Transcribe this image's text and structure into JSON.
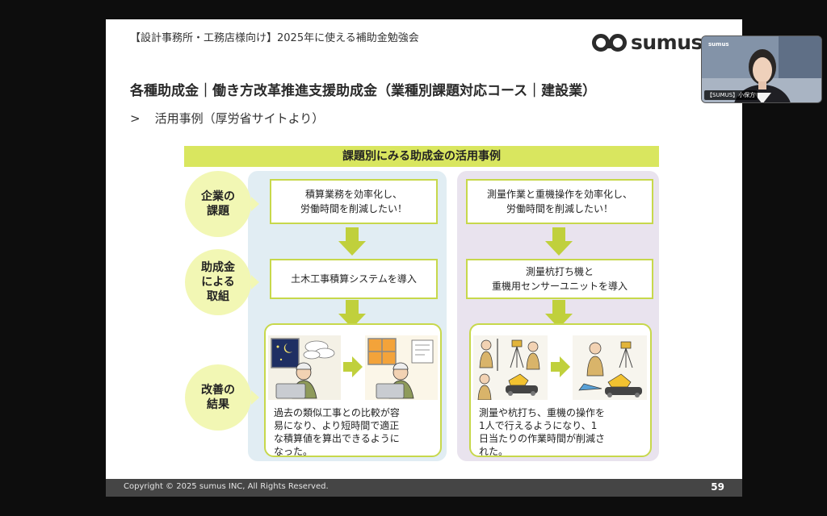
{
  "slide": {
    "event_title": "【設計事務所・工務店様向け】2025年に使える補助金勉強会",
    "brand_name": "sumus",
    "heading": "各種助成金｜働き方改革推進支援助成金（業種別課題対応コース｜建設業）",
    "subheading_arrow": ">",
    "subheading": "活用事例（厚労省サイトより）",
    "diagram_title": "課題別にみる助成金の活用事例",
    "row_labels": [
      "企業の\n課題",
      "助成金\nによる\n取組",
      "改善の\n結果"
    ],
    "left_case": {
      "issue": "積算業務を効率化し、\n労働時間を削減したい！",
      "initiative": "土木工事積算システムを導入",
      "result": "過去の類似工事との比較が容\n易になり、より短時間で適正\nな積算値を算出できるように\nなった。"
    },
    "right_case": {
      "issue": "測量作業と重機操作を効率化し、\n労働時間を削減したい！",
      "initiative": "測量杭打ち機と\n重機用センサーユニットを導入",
      "result": "測量や杭打ち、重機の操作を\n1人で行えるようになり、1\n日当たりの作業時間が削減さ\nれた。"
    },
    "copyright": "Copyright © 2025 sumus INC, All Rights Reserved.",
    "page_number": "59"
  },
  "webcam": {
    "participant_label": "【SUMUS】小保方",
    "logo_text": "sumus"
  },
  "colors": {
    "accent": "#d9e65f",
    "left_column": "#e1edf3",
    "right_column": "#e9e3ee",
    "label_circle": "#f2f7b4",
    "footer": "#454545"
  }
}
